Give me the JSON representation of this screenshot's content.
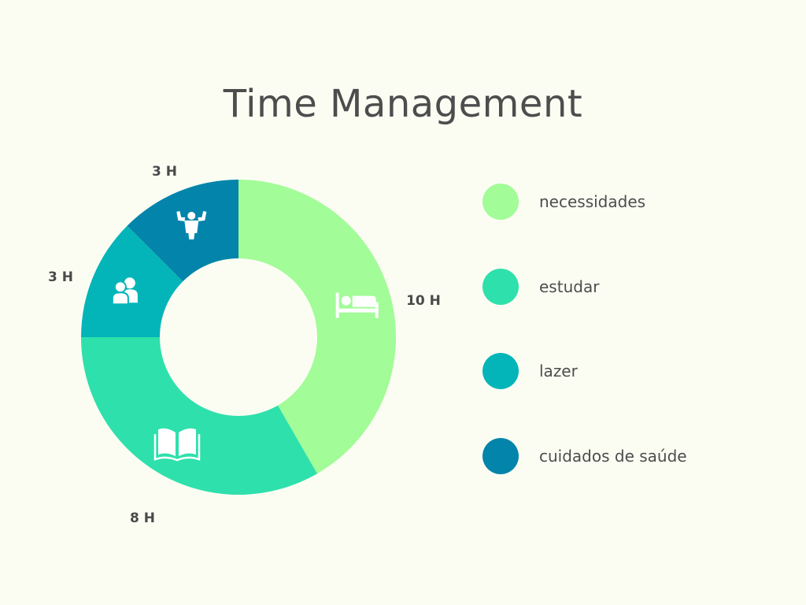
{
  "title": "Time Management",
  "chart_data": {
    "type": "pie",
    "variant": "donut",
    "title": "Time Management",
    "unit": "H",
    "start_angle_deg": 0,
    "direction": "clockwise",
    "slices": [
      {
        "name": "necessidades",
        "value": 10,
        "label": "10 H",
        "color": "#a2fc97",
        "icon": "bed-icon"
      },
      {
        "name": "estudar",
        "value": 8,
        "label": "8 H",
        "color": "#2ee0ac",
        "icon": "open-book-icon"
      },
      {
        "name": "lazer",
        "value": 3,
        "label": "3 H",
        "color": "#03b5b8",
        "icon": "people-icon"
      },
      {
        "name": "cuidados de saúde",
        "value": 3,
        "label": "3 H",
        "color": "#0384ab",
        "icon": "bodybuilder-icon"
      }
    ],
    "legend": {
      "position": "right"
    }
  }
}
